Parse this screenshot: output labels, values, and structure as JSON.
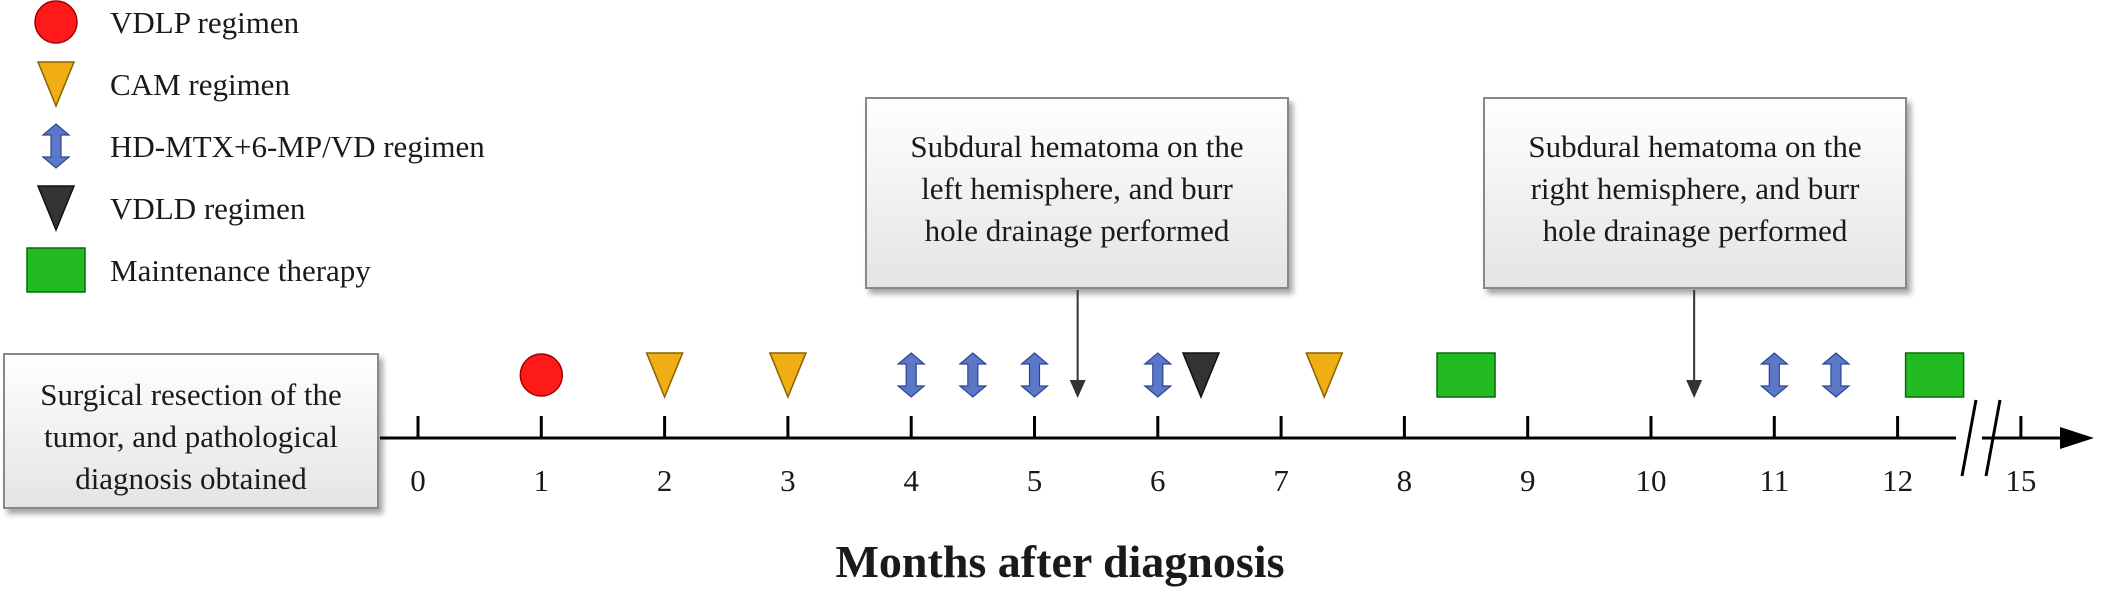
{
  "legend": [
    {
      "label": "VDLP regimen",
      "icon": "red-circle-icon"
    },
    {
      "label": "CAM regimen",
      "icon": "orange-down-triangle-icon"
    },
    {
      "label": "HD-MTX+6-MP/VD regimen",
      "icon": "blue-double-arrow-icon"
    },
    {
      "label": "VDLD regimen",
      "icon": "black-down-triangle-icon"
    },
    {
      "label": "Maintenance therapy",
      "icon": "green-square-icon"
    }
  ],
  "start_box": {
    "lines": [
      "Surgical resection of the",
      "tumor, and pathological",
      "diagnosis obtained"
    ]
  },
  "callouts": [
    {
      "lines": [
        "Subdural hematoma on the",
        "left hemisphere, and burr",
        "hole drainage  performed"
      ],
      "month": 5.35
    },
    {
      "lines": [
        "Subdural hematoma on the",
        "right hemisphere, and burr",
        "hole drainage  performed"
      ],
      "month": 10.35
    }
  ],
  "axis": {
    "title": "Months after diagnosis",
    "ticks": [
      "0",
      "1",
      "2",
      "3",
      "4",
      "5",
      "6",
      "7",
      "8",
      "9",
      "10",
      "11",
      "12",
      "15"
    ]
  },
  "events": [
    {
      "month": 1,
      "type": "VDLP"
    },
    {
      "month": 2,
      "type": "CAM"
    },
    {
      "month": 3,
      "type": "CAM"
    },
    {
      "month": 4,
      "type": "HD-MTX"
    },
    {
      "month": 4.5,
      "type": "HD-MTX"
    },
    {
      "month": 5,
      "type": "HD-MTX"
    },
    {
      "month": 6,
      "type": "HD-MTX"
    },
    {
      "month": 6.35,
      "type": "VDLD"
    },
    {
      "month": 7.35,
      "type": "CAM"
    },
    {
      "month": 8.5,
      "type": "Maintenance"
    },
    {
      "month": 11,
      "type": "HD-MTX"
    },
    {
      "month": 11.5,
      "type": "HD-MTX"
    },
    {
      "month": 12.3,
      "type": "Maintenance"
    }
  ],
  "colors": {
    "VDLP": "#ff1a1a",
    "CAM": "#f0ad14",
    "HD-MTX": "#5b78c8",
    "VDLD": "#333333",
    "Maintenance": "#22bb22"
  }
}
